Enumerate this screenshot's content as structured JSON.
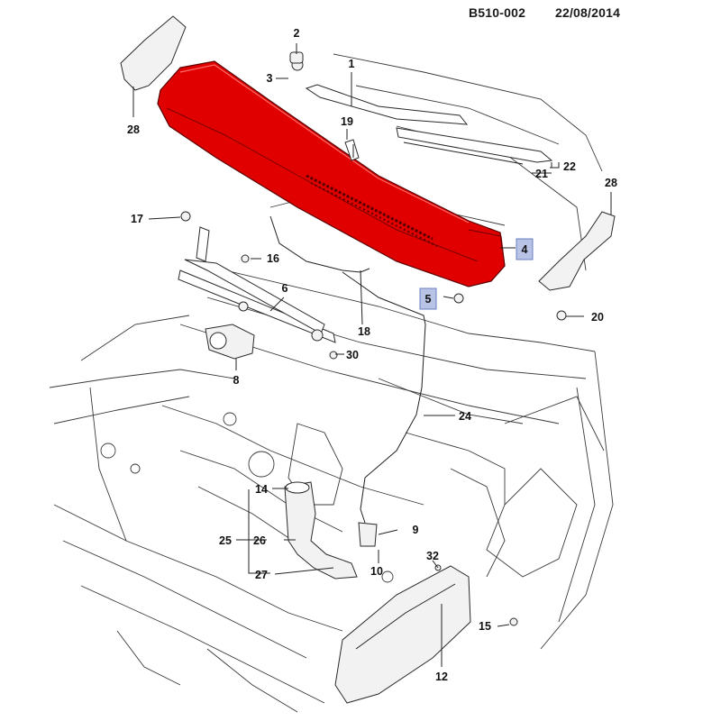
{
  "header": {
    "doc_id": "B510-002",
    "date": "22/08/2014"
  },
  "highlight_color": "#e00000",
  "callout_box_color": "#b9c3e6",
  "callouts": [
    {
      "id": "c1",
      "text": "1",
      "highlighted": false
    },
    {
      "id": "c2",
      "text": "2",
      "highlighted": false
    },
    {
      "id": "c3",
      "text": "3",
      "highlighted": false
    },
    {
      "id": "c4",
      "text": "4",
      "highlighted": true
    },
    {
      "id": "c5",
      "text": "5",
      "highlighted": true
    },
    {
      "id": "c6",
      "text": "6",
      "highlighted": false
    },
    {
      "id": "c8",
      "text": "8",
      "highlighted": false
    },
    {
      "id": "c9",
      "text": "9",
      "highlighted": false
    },
    {
      "id": "c10",
      "text": "10",
      "highlighted": false
    },
    {
      "id": "c12",
      "text": "12",
      "highlighted": false
    },
    {
      "id": "c14",
      "text": "14",
      "highlighted": false
    },
    {
      "id": "c15",
      "text": "15",
      "highlighted": false
    },
    {
      "id": "c16",
      "text": "16",
      "highlighted": false
    },
    {
      "id": "c17",
      "text": "17",
      "highlighted": false
    },
    {
      "id": "c18",
      "text": "18",
      "highlighted": false
    },
    {
      "id": "c19",
      "text": "19",
      "highlighted": false
    },
    {
      "id": "c20",
      "text": "20",
      "highlighted": false
    },
    {
      "id": "c21",
      "text": "21",
      "highlighted": false
    },
    {
      "id": "c22",
      "text": "22",
      "highlighted": false
    },
    {
      "id": "c24",
      "text": "24",
      "highlighted": false
    },
    {
      "id": "c25",
      "text": "25",
      "highlighted": false
    },
    {
      "id": "c26",
      "text": "26",
      "highlighted": false
    },
    {
      "id": "c27",
      "text": "27",
      "highlighted": false
    },
    {
      "id": "c28a",
      "text": "28",
      "highlighted": false
    },
    {
      "id": "c28b",
      "text": "28",
      "highlighted": false
    },
    {
      "id": "c30",
      "text": "30",
      "highlighted": false
    },
    {
      "id": "c32",
      "text": "32",
      "highlighted": false
    }
  ]
}
